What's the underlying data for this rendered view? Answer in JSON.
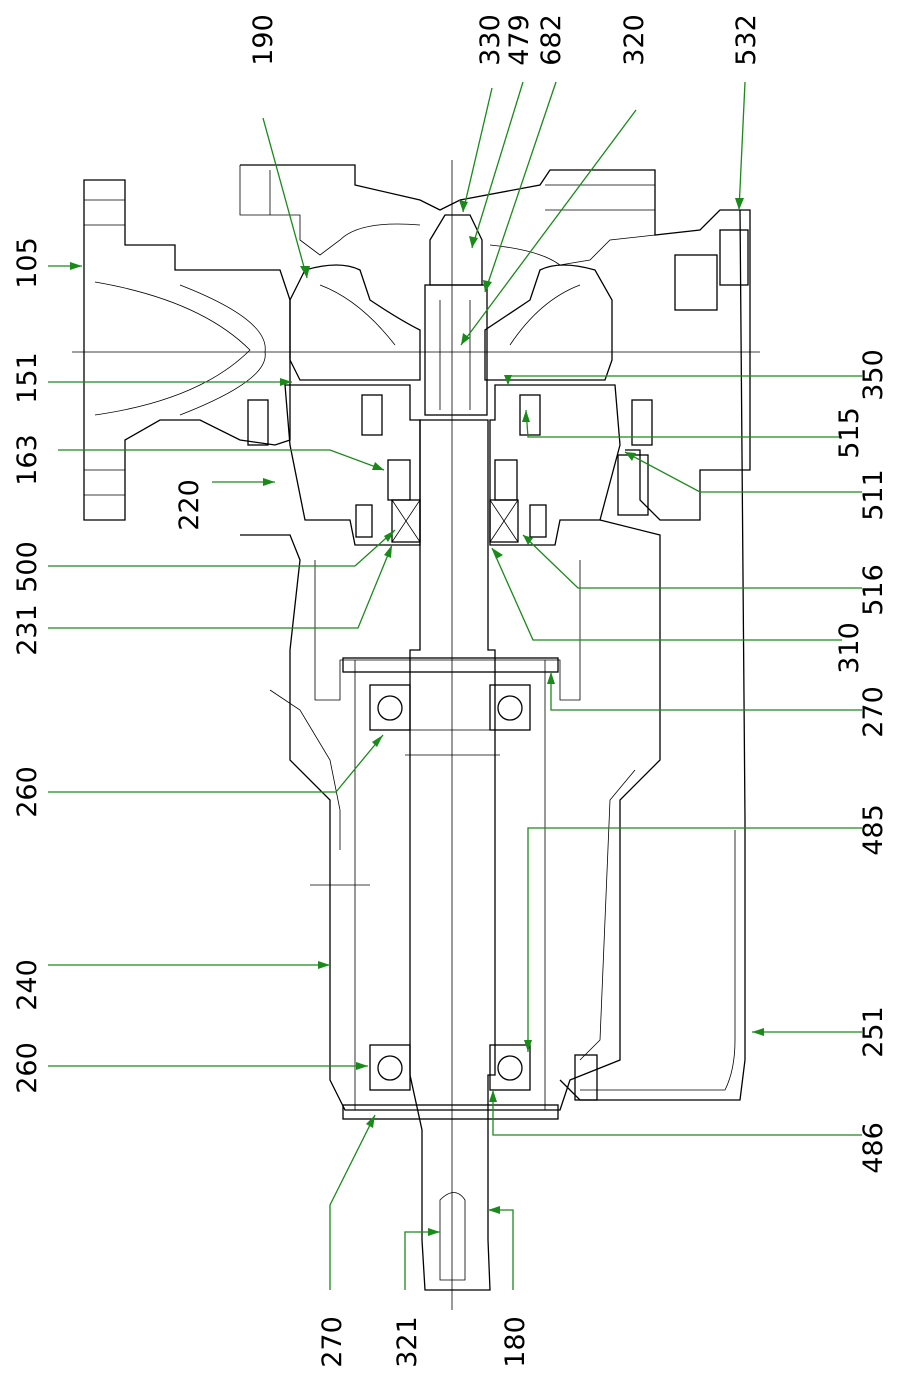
{
  "drawing": {
    "leader_color": "#1a8a1a",
    "line_color": "#000000",
    "labels": [
      {
        "id": "190",
        "text": "190"
      },
      {
        "id": "330",
        "text": "330"
      },
      {
        "id": "479",
        "text": "479"
      },
      {
        "id": "682",
        "text": "682"
      },
      {
        "id": "320",
        "text": "320"
      },
      {
        "id": "532",
        "text": "532"
      },
      {
        "id": "105",
        "text": "105"
      },
      {
        "id": "151",
        "text": "151"
      },
      {
        "id": "163",
        "text": "163"
      },
      {
        "id": "220",
        "text": "220"
      },
      {
        "id": "500",
        "text": "500"
      },
      {
        "id": "231",
        "text": "231"
      },
      {
        "id": "260a",
        "text": "260"
      },
      {
        "id": "240",
        "text": "240"
      },
      {
        "id": "260b",
        "text": "260"
      },
      {
        "id": "270a",
        "text": "270"
      },
      {
        "id": "321",
        "text": "321"
      },
      {
        "id": "180",
        "text": "180"
      },
      {
        "id": "350",
        "text": "350"
      },
      {
        "id": "515",
        "text": "515"
      },
      {
        "id": "511",
        "text": "511"
      },
      {
        "id": "516",
        "text": "516"
      },
      {
        "id": "310",
        "text": "310"
      },
      {
        "id": "270b",
        "text": "270"
      },
      {
        "id": "485",
        "text": "485"
      },
      {
        "id": "251",
        "text": "251"
      },
      {
        "id": "486",
        "text": "486"
      }
    ]
  }
}
